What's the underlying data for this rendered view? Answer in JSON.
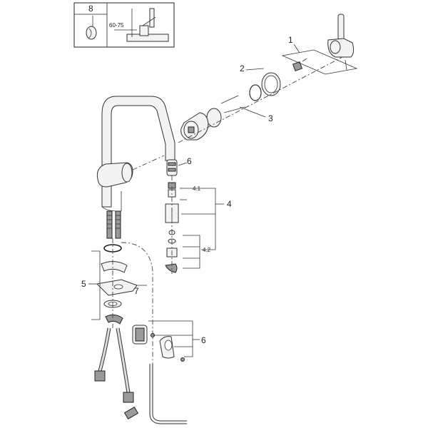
{
  "callouts": {
    "c1": "1",
    "c2": "2",
    "c3": "3",
    "c4": "4",
    "c41": "4.1",
    "c42": "4.2",
    "c5": "5",
    "c6a": "6",
    "c6b": "6",
    "c7": "7",
    "c8": "8"
  },
  "inset": {
    "dimension": "60-75"
  }
}
